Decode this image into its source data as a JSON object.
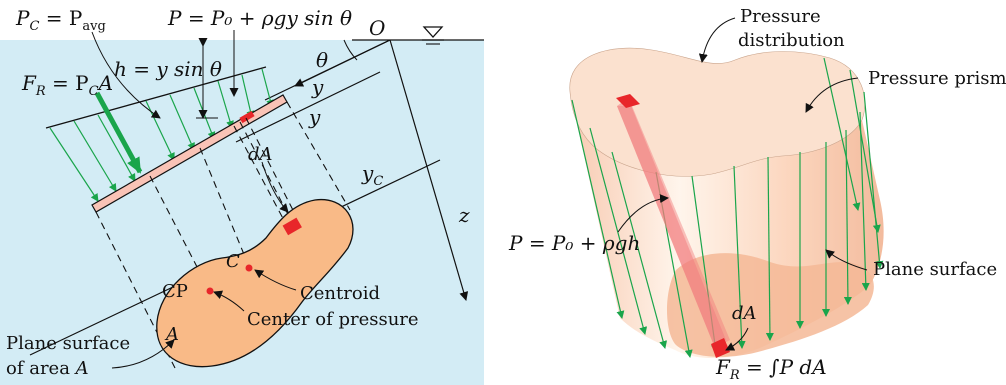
{
  "left": {
    "pc_eq": {
      "lhs": "P",
      "lhs_sub": "C",
      "eq": " = P",
      "rhs_sub": "avg"
    },
    "p_eq": "P = P₀ + ρgy sin θ",
    "origin": "O",
    "theta": "θ",
    "h_eq": "h = y sin θ",
    "fr_eq": {
      "lhs": "F",
      "lhs_sub": "R",
      "mid": " = P",
      "mid_sub": "C",
      "rhs": "A"
    },
    "y_label": "y",
    "y_label2": "y",
    "yc": {
      "base": "y",
      "sub": "C"
    },
    "z_label": "z",
    "dA": "dA",
    "C": "C",
    "CP": "CP",
    "A": "A",
    "centroid": "Centroid",
    "center_of_pressure": "Center of pressure",
    "plane_surface_line1": "Plane surface",
    "plane_surface_line2_prefix": "of area ",
    "plane_surface_line2_var": "A"
  },
  "right": {
    "pressure_distribution_line1": "Pressure",
    "pressure_distribution_line2": "distribution",
    "pressure_prism": "Pressure prism",
    "plane_surface": "Plane surface",
    "p_eq": "P = P₀ + ρgh",
    "dA": "dA",
    "fr_eq": {
      "lhs": "F",
      "lhs_sub": "R",
      "rhs": " = ∫P dA"
    }
  },
  "colors": {
    "water": "#d3ecf5",
    "plate": "#f9c3b6",
    "shape": "#f9ba87",
    "arrow": "#1aa54b",
    "red": "#e8262a",
    "prism": "#fbd9c4"
  }
}
